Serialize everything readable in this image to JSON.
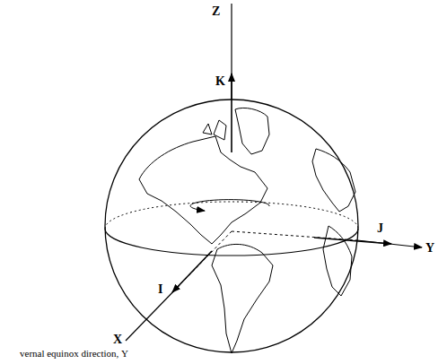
{
  "diagram": {
    "labels": [
      "Z",
      "K",
      "J",
      "Y",
      "I",
      "X",
      "vernal equinox direction, Υ"
    ]
  }
}
